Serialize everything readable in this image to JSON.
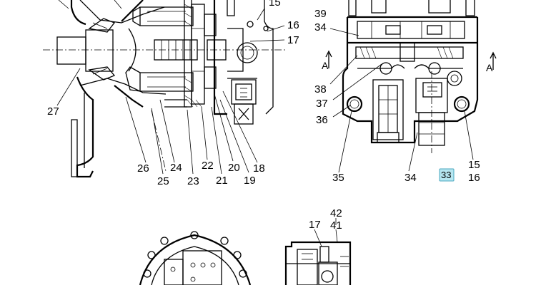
{
  "callouts": {
    "n15_top": "15",
    "n16_top": "16",
    "n17_top": "17",
    "n27": "27",
    "n26": "26",
    "n25": "25",
    "n24": "24",
    "n23": "23",
    "n22": "22",
    "n21": "21",
    "n20": "20",
    "n19": "19",
    "n18": "18",
    "n39": "39",
    "n34_top": "34",
    "n38": "38",
    "n37": "37",
    "n36": "36",
    "n35": "35",
    "n34_bottom": "34",
    "n33": "33",
    "n15_right": "15",
    "n16_right": "16",
    "n42": "42",
    "n41": "41",
    "n17_bottom": "17"
  },
  "section_markers": {
    "a_left": "A",
    "a_right": "A"
  },
  "highlight_color": "#b7e6f0",
  "highlight_border": "#4aa8c0"
}
